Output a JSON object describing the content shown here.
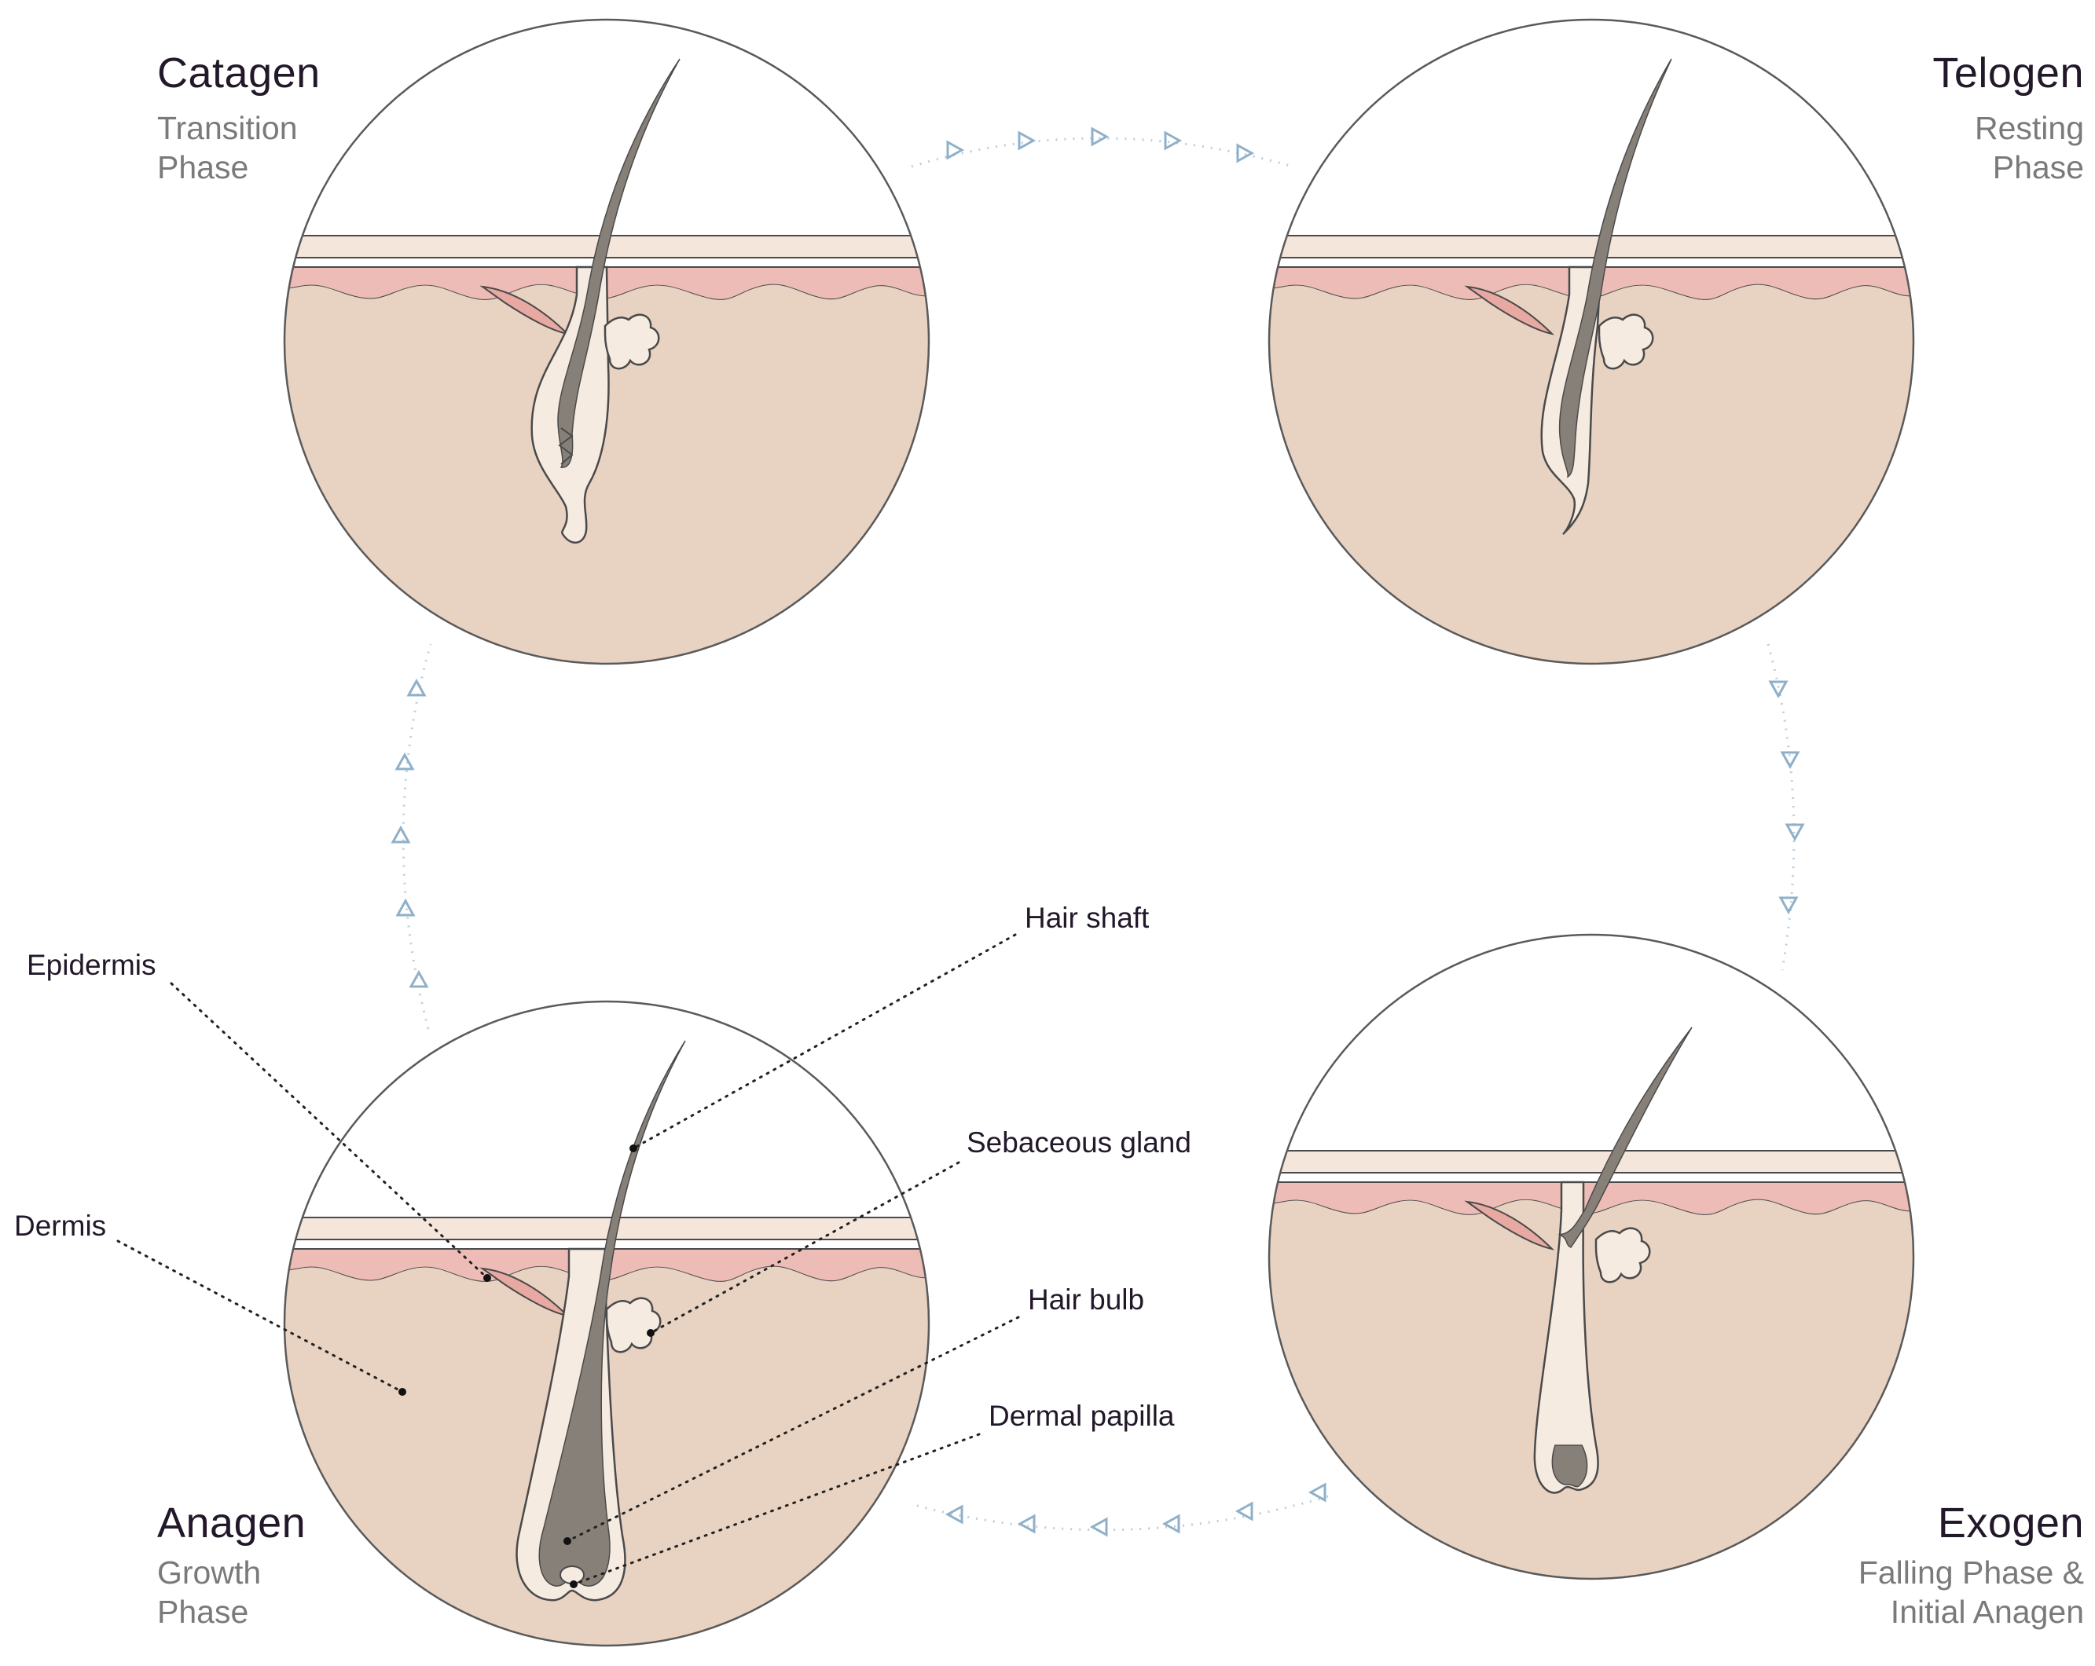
{
  "phases": {
    "catagen": {
      "title": "Catagen",
      "sub1": "Transition",
      "sub2": "Phase"
    },
    "telogen": {
      "title": "Telogen",
      "sub1": "Resting",
      "sub2": "Phase"
    },
    "anagen": {
      "title": "Anagen",
      "sub1": "Growth",
      "sub2": "Phase"
    },
    "exogen": {
      "title": "Exogen",
      "sub1": "Falling Phase &",
      "sub2": "Initial Anagen"
    }
  },
  "labels": {
    "hair_shaft": "Hair shaft",
    "epidermis": "Epidermis",
    "sebaceous_gland": "Sebaceous gland",
    "dermis": "Dermis",
    "hair_bulb": "Hair bulb",
    "dermal_papilla": "Dermal papilla"
  },
  "colors": {
    "dermis": "#e8d2c2",
    "epidermis_pink": "#eebcb6",
    "stratum": "#f4e6db",
    "hair": "#878079",
    "follicle": "#f6ebe1",
    "outline": "#4a4a4a",
    "cycle_arrows": "#8fb0c8"
  }
}
